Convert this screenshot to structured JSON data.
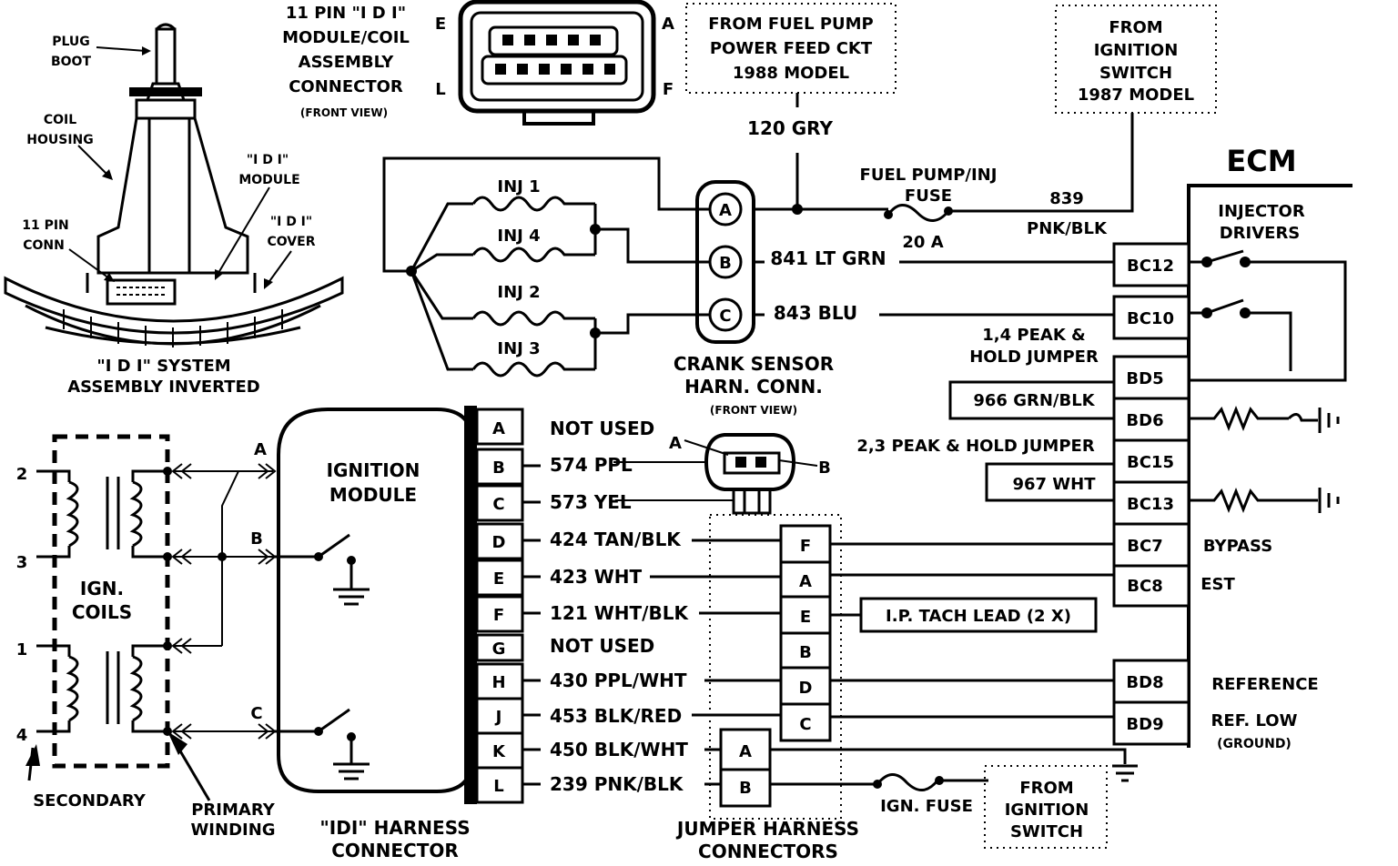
{
  "module_assembly": {
    "plug_boot": [
      "PLUG",
      "BOOT"
    ],
    "coil_housing": [
      "COIL",
      "HOUSING"
    ],
    "idi_module": [
      "\"I D I\"",
      "MODULE"
    ],
    "pin_conn": [
      "11 PIN",
      "CONN"
    ],
    "idi_cover": [
      "\"I D I\"",
      "COVER"
    ],
    "caption": [
      "\"I D I\" SYSTEM",
      "ASSEMBLY INVERTED"
    ]
  },
  "connector_11pin": {
    "title": [
      "11 PIN \"I D I\"",
      "MODULE/COIL",
      "ASSEMBLY",
      "CONNECTOR"
    ],
    "view": "(FRONT VIEW)",
    "corner_e": "E",
    "corner_a": "A",
    "corner_l": "L",
    "corner_f": "F"
  },
  "fuel_pump_box": [
    "FROM FUEL PUMP",
    "POWER FEED CKT",
    "1988 MODEL"
  ],
  "ignition_switch_1987": [
    "FROM",
    "IGNITION",
    "SWITCH",
    "1987 MODEL"
  ],
  "wires": {
    "gry": "120 GRY",
    "fuse": [
      "FUEL PUMP/INJ",
      "FUSE"
    ],
    "fuse_amps": "20 A",
    "pnk_blk_num": "839",
    "pnk_blk": "PNK/BLK",
    "lt_grn": "841 LT GRN",
    "blu": "843 BLU"
  },
  "injectors": [
    "INJ 1",
    "INJ 4",
    "INJ 2",
    "INJ 3"
  ],
  "crank_conn": {
    "pins": [
      "A",
      "B",
      "C"
    ],
    "caption": [
      "CRANK SENSOR",
      "HARN. CONN."
    ],
    "view": "(FRONT VIEW)"
  },
  "ecm": {
    "title": "ECM",
    "injector_drivers": [
      "INJECTOR",
      "DRIVERS"
    ],
    "pins": [
      "BC12",
      "BC10",
      "BD5",
      "BD6",
      "BC15",
      "BC13",
      "BC7",
      "BC8",
      "BD8",
      "BD9"
    ],
    "labels": {
      "peak14": [
        "1,4 PEAK &",
        "HOLD JUMPER"
      ],
      "grn_blk": "966 GRN/BLK",
      "peak23": "2,3 PEAK & HOLD JUMPER",
      "wht": "967 WHT",
      "bypass": "BYPASS",
      "est": "EST",
      "reference": "REFERENCE",
      "ref_low": "REF.  LOW",
      "ground": "(GROUND)"
    }
  },
  "coils": {
    "terminals": [
      "2",
      "3",
      "1",
      "4"
    ],
    "label": [
      "IGN.",
      "COILS"
    ],
    "secondary": "SECONDARY",
    "primary": [
      "PRIMARY",
      "WINDING"
    ],
    "taps": [
      "A",
      "B",
      "C"
    ]
  },
  "ignition_module": {
    "label": [
      "IGNITION",
      "MODULE"
    ],
    "harness_caption": [
      "\"IDI\" HARNESS",
      "CONNECTOR"
    ]
  },
  "harness_pins": [
    {
      "pin": "A",
      "wire": "NOT USED"
    },
    {
      "pin": "B",
      "wire": "574 PPL"
    },
    {
      "pin": "C",
      "wire": "573 YEL"
    },
    {
      "pin": "D",
      "wire": "424 TAN/BLK"
    },
    {
      "pin": "E",
      "wire": "423 WHT"
    },
    {
      "pin": "F",
      "wire": "121 WHT/BLK"
    },
    {
      "pin": "G",
      "wire": "NOT USED"
    },
    {
      "pin": "H",
      "wire": "430 PPL/WHT"
    },
    {
      "pin": "J",
      "wire": "453 BLK/RED"
    },
    {
      "pin": "K",
      "wire": "450 BLK/WHT"
    },
    {
      "pin": "L",
      "wire": "239  PNK/BLK"
    }
  ],
  "crank_sensor_small": {
    "a": "A",
    "b": "B"
  },
  "jumper": {
    "pins_main": [
      "F",
      "A",
      "E",
      "B",
      "D",
      "C"
    ],
    "pins_small": [
      "A",
      "B"
    ],
    "tach": "I.P. TACH LEAD  (2 X)",
    "caption": [
      "JUMPER HARNESS",
      "CONNECTORS"
    ]
  },
  "ign_fuse": "IGN. FUSE",
  "ignition_switch_bottom": [
    "FROM",
    "IGNITION",
    "SWITCH"
  ]
}
